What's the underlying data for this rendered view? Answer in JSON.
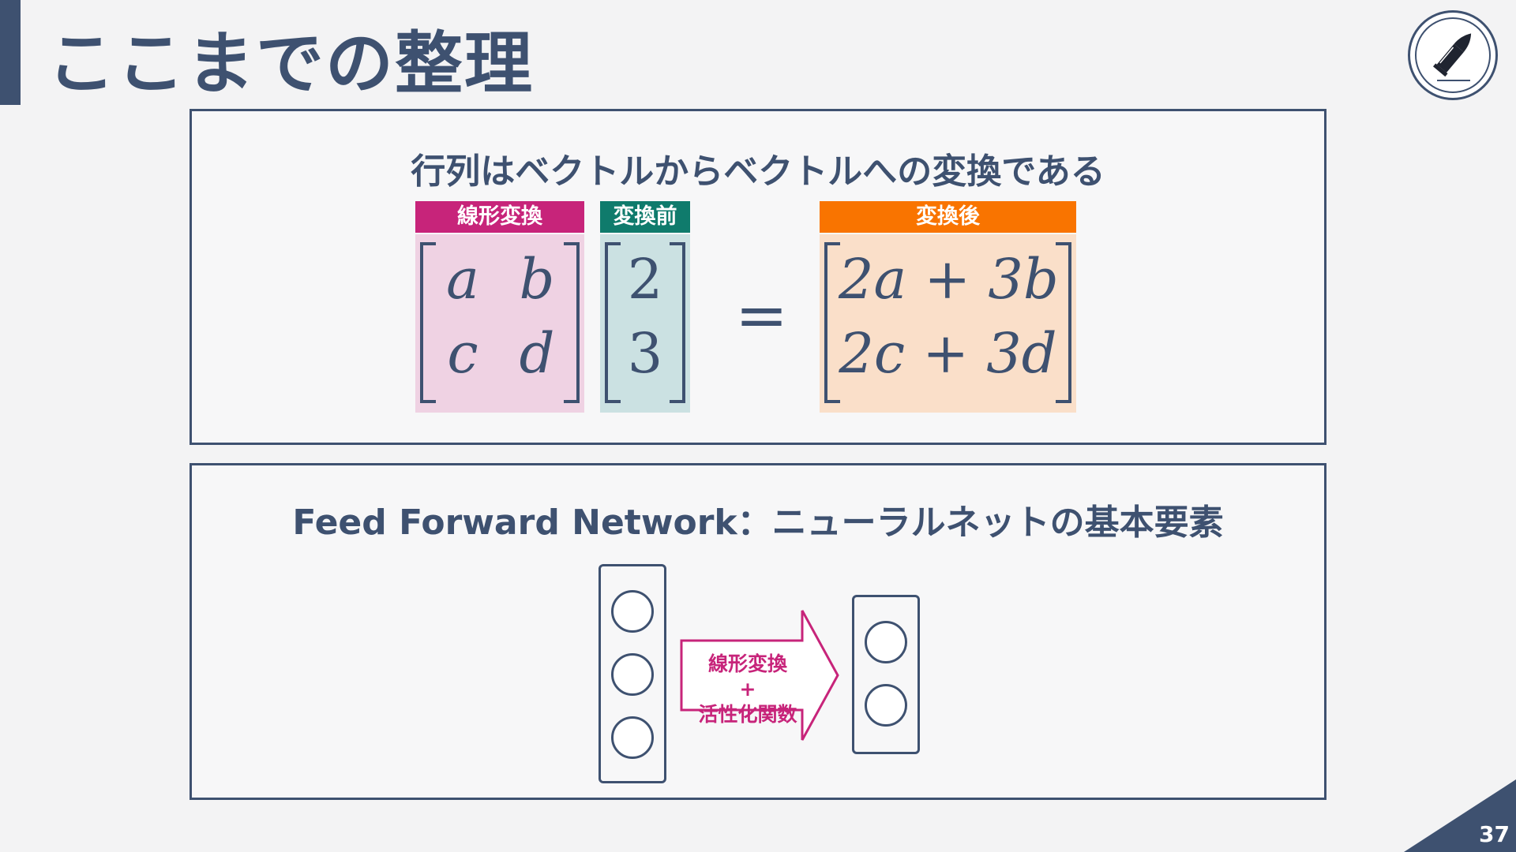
{
  "slide": {
    "title": "ここまでの整理",
    "page_number": "37"
  },
  "logo": {
    "icon": "bullet-icon"
  },
  "section_matrix": {
    "heading": "行列はベクトルからベクトルへの変換である",
    "linear_transform": {
      "label": "線形変換",
      "cells": [
        "a",
        "b",
        "c",
        "d"
      ],
      "colors": {
        "label_bg": "#c7247a",
        "body_bg": "#efd2e3"
      }
    },
    "before": {
      "label": "変換前",
      "cells": [
        "2",
        "3"
      ],
      "colors": {
        "label_bg": "#0f7b6c",
        "body_bg": "#cbe1e2"
      }
    },
    "equals": "=",
    "after": {
      "label": "変換後",
      "cells": [
        "2a + 3b",
        "2c + 3d"
      ],
      "colors": {
        "label_bg": "#f97400",
        "body_bg": "#fadfc9"
      }
    }
  },
  "section_ffn": {
    "heading": "Feed Forward Network：ニューラルネットの基本要素",
    "arrow_label_line1": "線形変換",
    "arrow_label_line2": "+",
    "arrow_label_line3": "活性化関数",
    "input_nodes": 3,
    "output_nodes": 2,
    "colors": {
      "arrow": "#c7247a",
      "line": "#3e5170"
    }
  }
}
